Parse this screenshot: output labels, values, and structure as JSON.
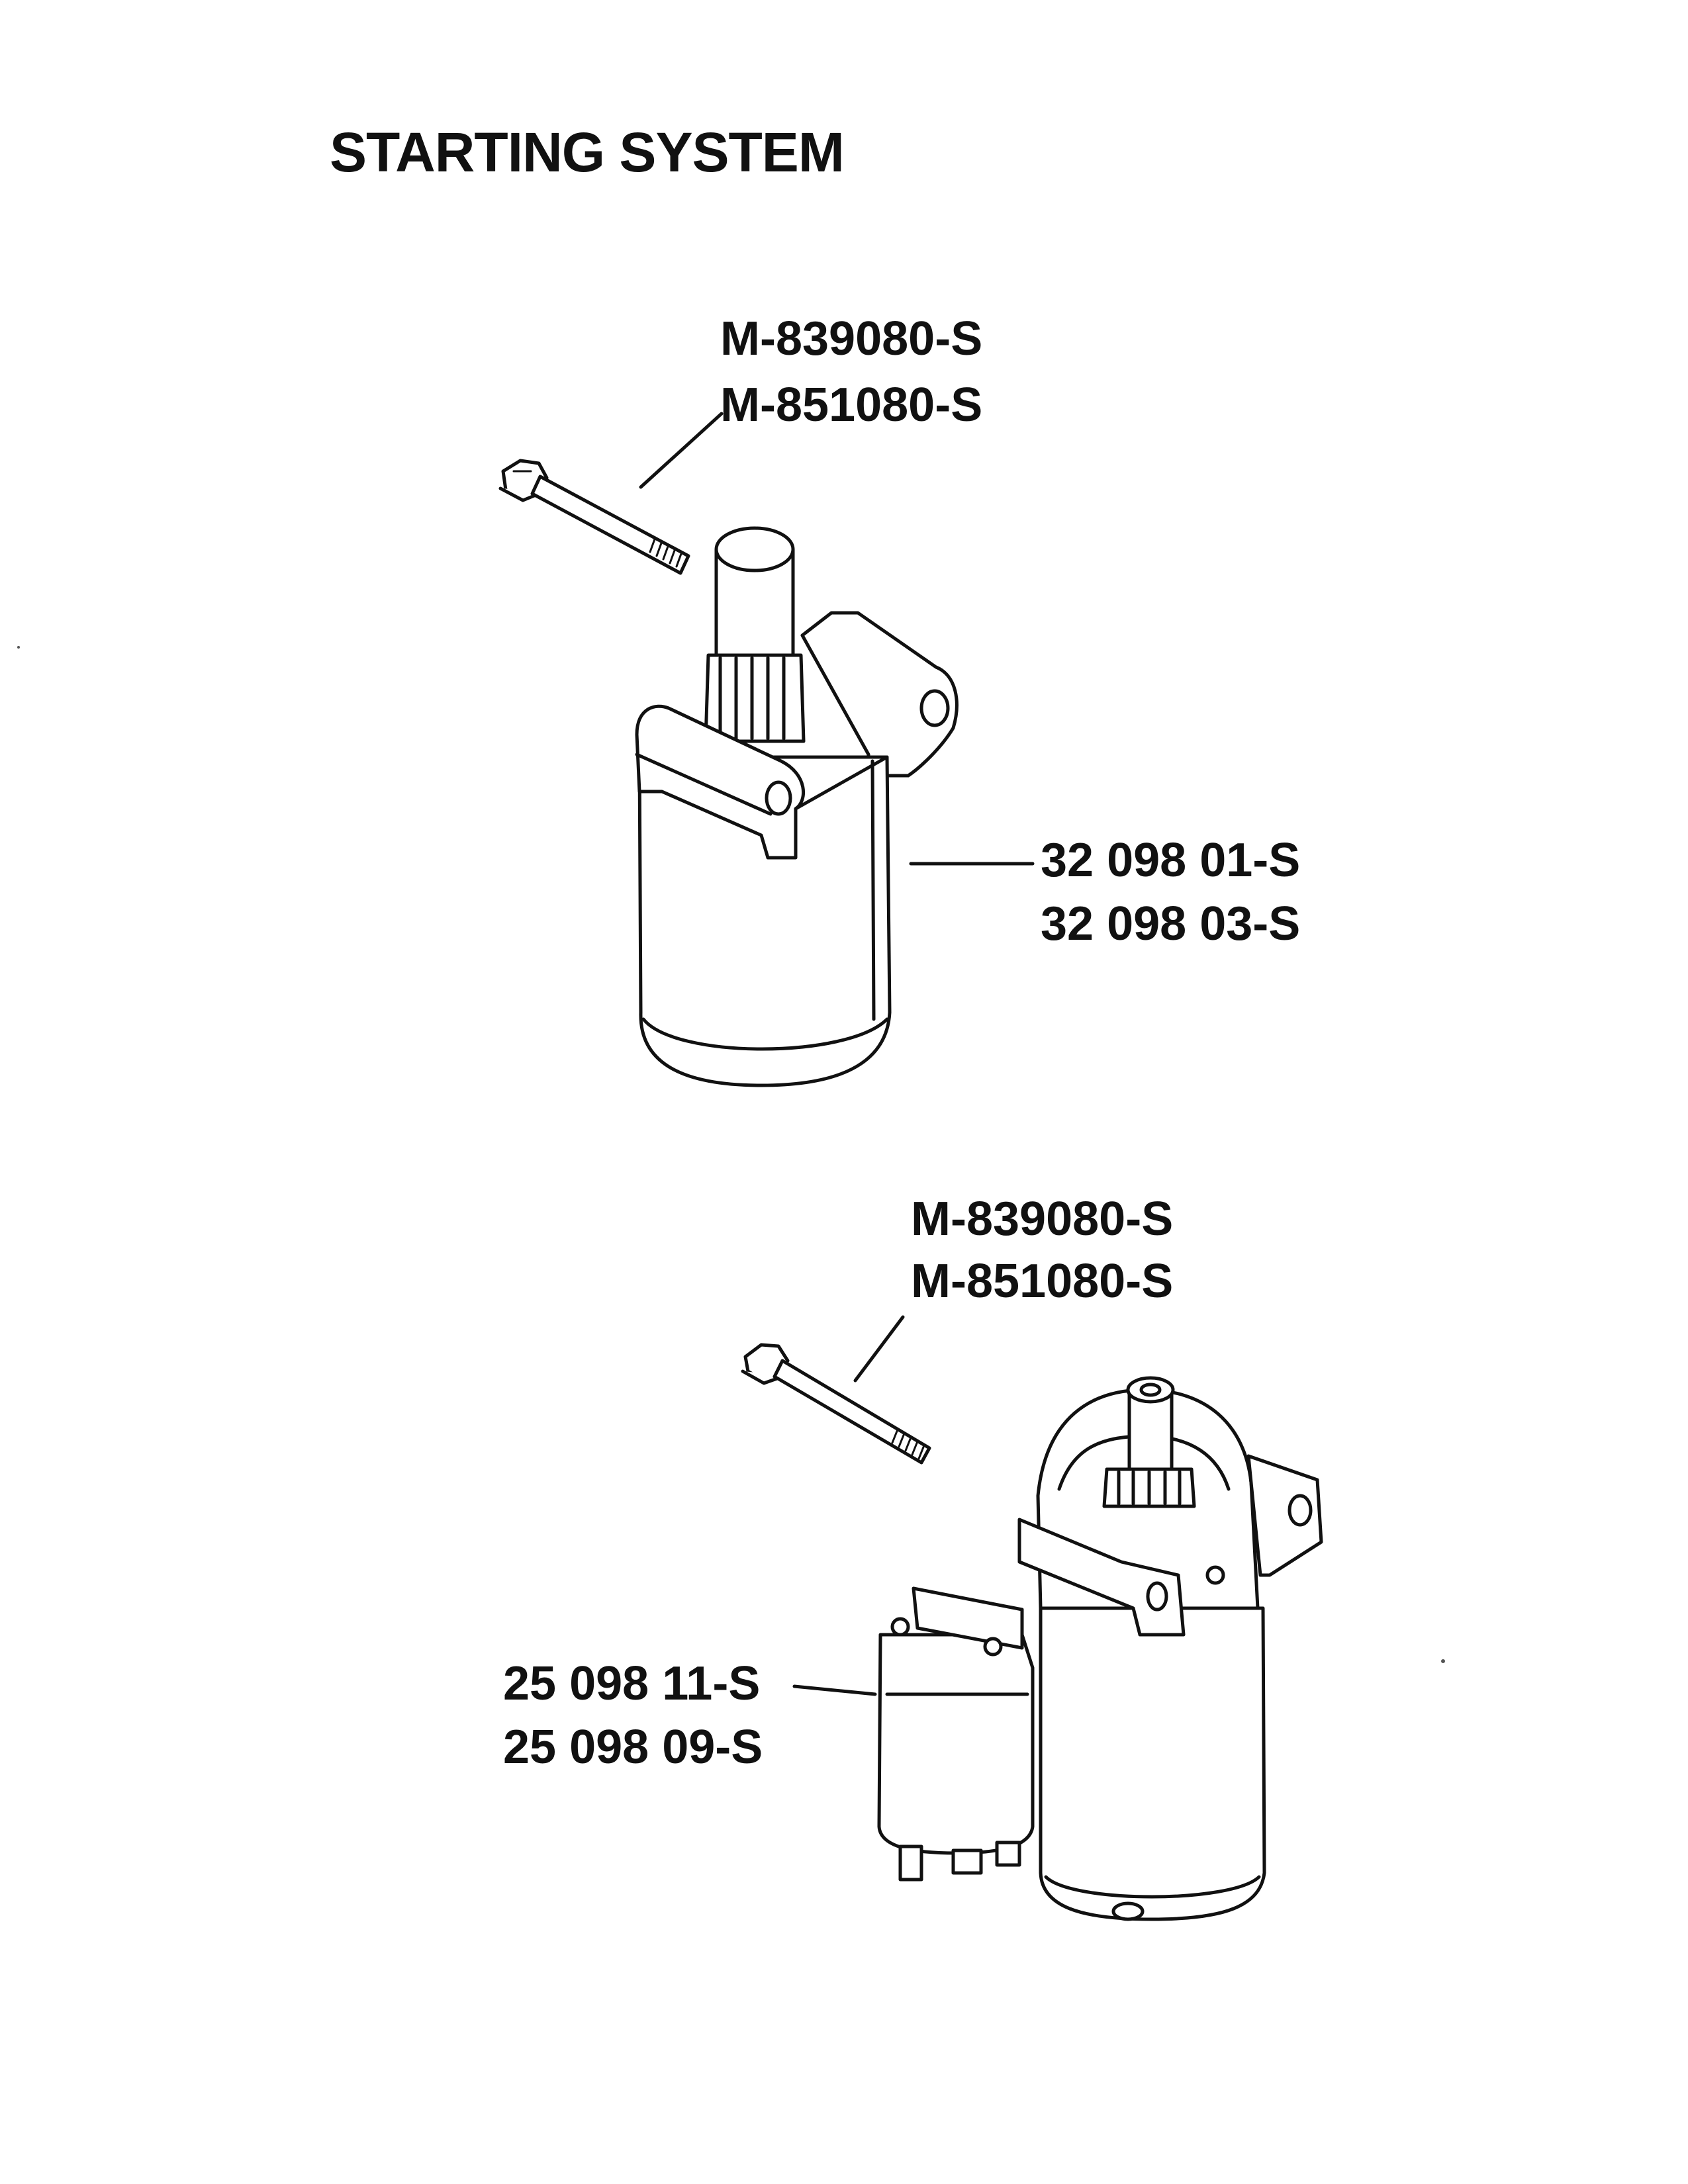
{
  "page": {
    "title": "STARTING SYSTEM"
  },
  "upper_assembly": {
    "bolt_part_numbers": [
      "M-839080-S",
      "M-851080-S"
    ],
    "starter_part_numbers": [
      "32 098 01-S",
      "32 098 03-S"
    ]
  },
  "lower_assembly": {
    "bolt_part_numbers": [
      "M-839080-S",
      "M-851080-S"
    ],
    "solenoid_part_numbers": [
      "25 098 11-S",
      "25 098 09-S"
    ]
  },
  "colors": {
    "ink": "#111111",
    "paper": "#ffffff"
  }
}
